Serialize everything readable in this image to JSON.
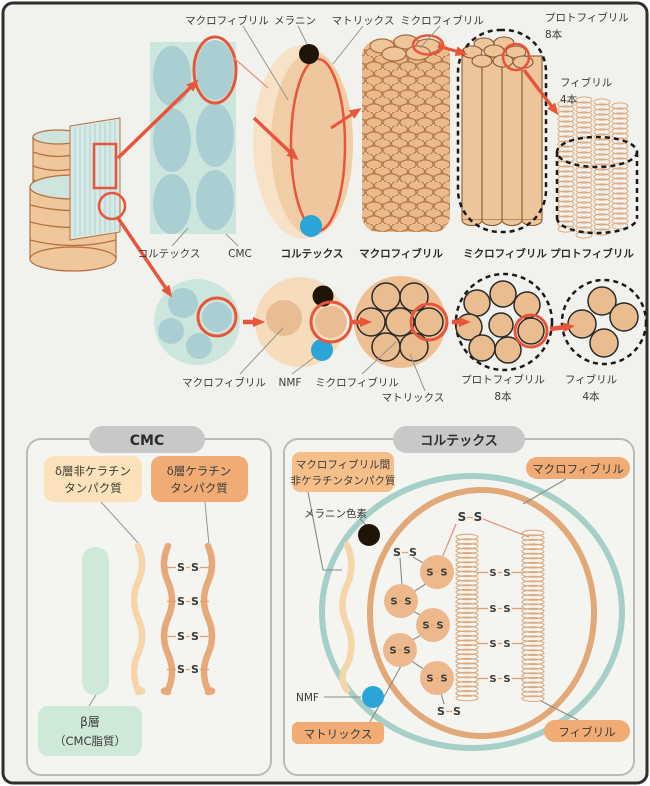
{
  "colors": {
    "accent_red": "#e8553a",
    "tan": "#f0c69c",
    "tan_dark": "#eaba8c",
    "outline_brown": "#a96e3e",
    "teal_fill": "#cde6dd",
    "teal_cell": "#a9cfd2",
    "teal_ring": "#a5cfc7",
    "orange_ring": "#e3a877",
    "melanin_black": "#201409",
    "nmf_blue": "#2ba4d8",
    "label_orange": "#f0ac74",
    "label_cream": "#fbe2ba",
    "label_green": "#cfe9d8",
    "pill_gray": "#c8c8c8",
    "bond_orange": "#e87a42"
  },
  "top": {
    "row1": {
      "macrofibril": "マクロフィブリル",
      "melanin": "メラニン",
      "matrix": "マトリックス",
      "microfibril": "ミクロフィブリル",
      "protofibril": "プロトフィブリル",
      "protofibril_count": "8本",
      "fibril": "フィブリル",
      "fibril_count": "4本"
    },
    "mid": {
      "cortex": "コルテックス",
      "cmc": "CMC",
      "cortex_bold": "コルテックス",
      "macrofibril": "マクロフィブリル",
      "microfibril": "ミクロフィブリル",
      "protofibril": "プロトフィブリル"
    },
    "row2": {
      "macrofibril": "マクロフィブリル",
      "nmf": "NMF",
      "microfibril": "ミクロフィブリル",
      "matrix": "マトリックス",
      "protofibril": "プロトフィブリル",
      "protofibril_count": "8本",
      "fibril": "フィブリル",
      "fibril_count": "4本"
    }
  },
  "cmc_panel": {
    "title": "CMC",
    "delta_non_keratin_1": "δ層非ケラチン",
    "delta_non_keratin_2": "タンパク質",
    "delta_keratin_1": "δ層ケラチン",
    "delta_keratin_2": "タンパク質",
    "beta_1": "β層",
    "beta_2": "（CMC脂質）"
  },
  "cortex_panel": {
    "title": "コルテックス",
    "inter_mf_1": "マクロフィブリル間",
    "inter_mf_2": "非ケラチンタンパク質",
    "melanin_pigment": "メラニン色素",
    "macrofibril": "マクロフィブリル",
    "nmf": "NMF",
    "matrix": "マトリックス",
    "fibril": "フィブリル"
  },
  "bond": {
    "s": "S"
  }
}
